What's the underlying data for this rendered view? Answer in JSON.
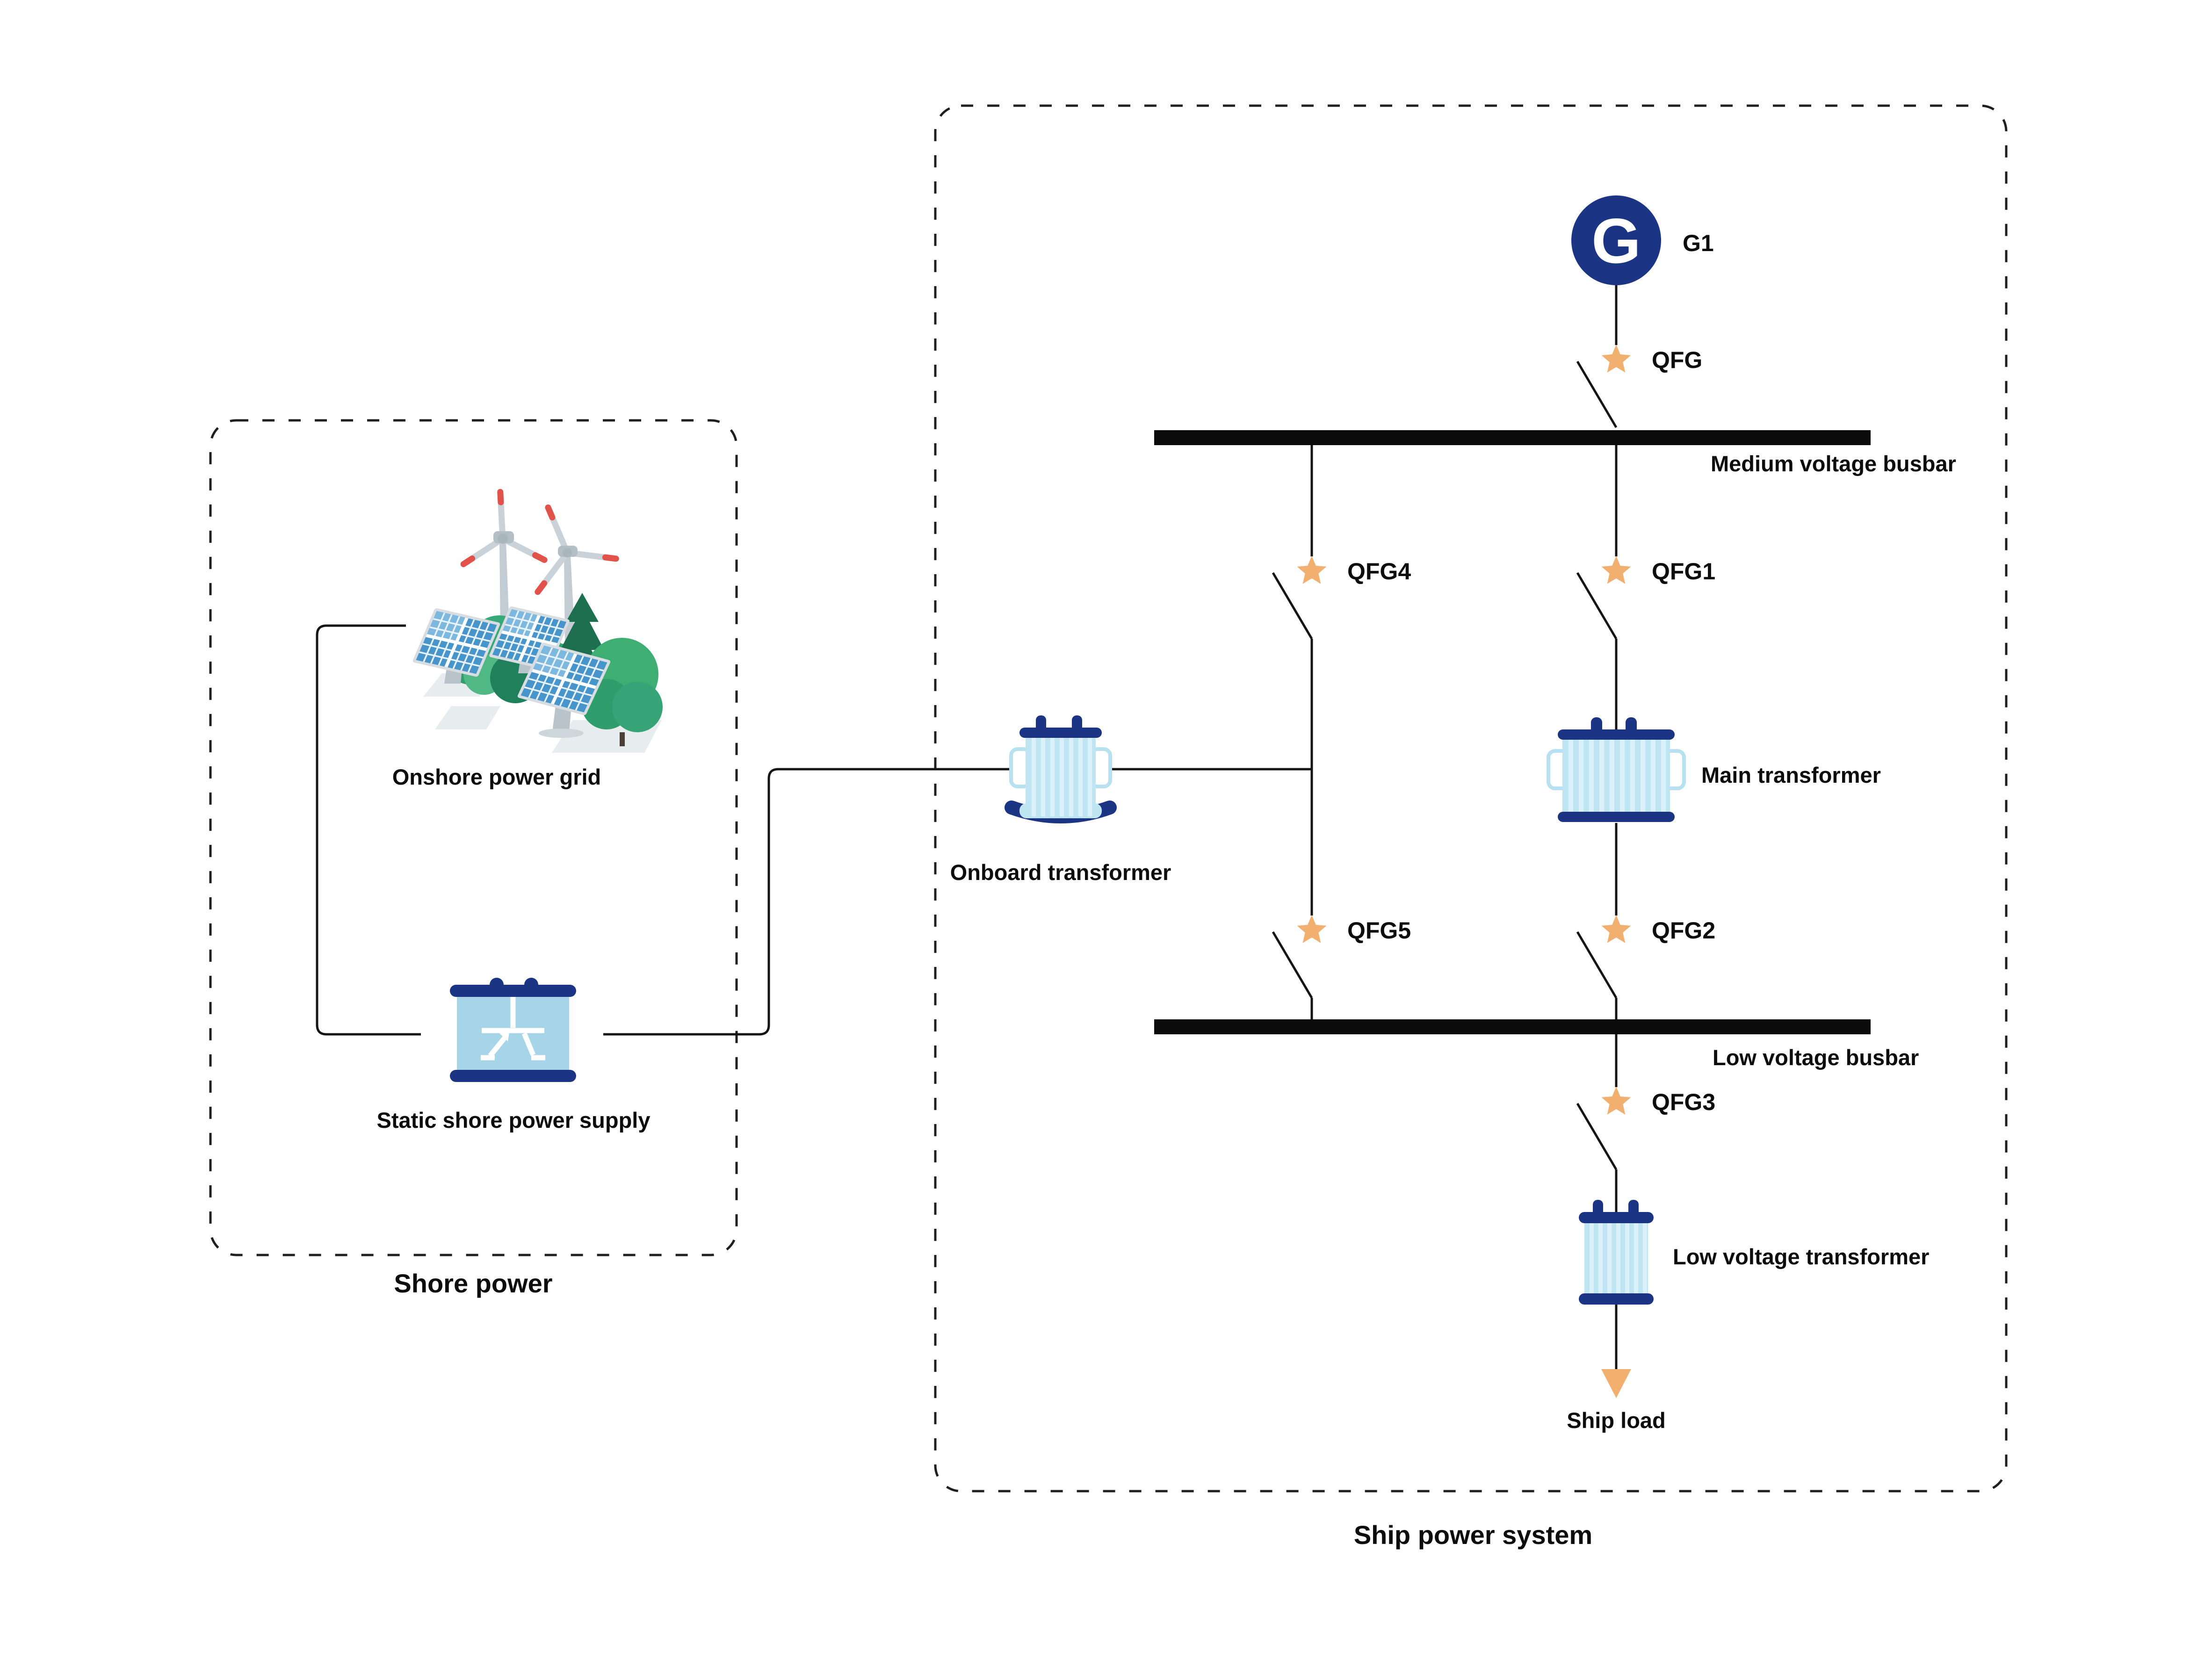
{
  "shore": {
    "title": "Shore power",
    "grid_label": "Onshore power grid",
    "supply_label": "Static shore power supply"
  },
  "ship": {
    "title": "Ship power system",
    "generator_symbol": "G",
    "generator_label": "G1",
    "busbar_mv_label": "Medium voltage busbar",
    "busbar_lv_label": "Low voltage busbar",
    "onboard_transformer_label": "Onboard transformer",
    "main_transformer_label": "Main transformer",
    "lv_transformer_label": "Low voltage transformer",
    "ship_load_label": "Ship load",
    "switches": {
      "qfg": "QFG",
      "qfg1": "QFG1",
      "qfg2": "QFG2",
      "qfg3": "QFG3",
      "qfg4": "QFG4",
      "qfg5": "QFG5"
    }
  },
  "colors": {
    "navy": "#1c3484",
    "line": "#151515",
    "busbar": "#0b0b0b",
    "star_orange": "#f2b070",
    "coil_blue": "#bfe4f2",
    "supply_blue": "#a6d5e8"
  }
}
